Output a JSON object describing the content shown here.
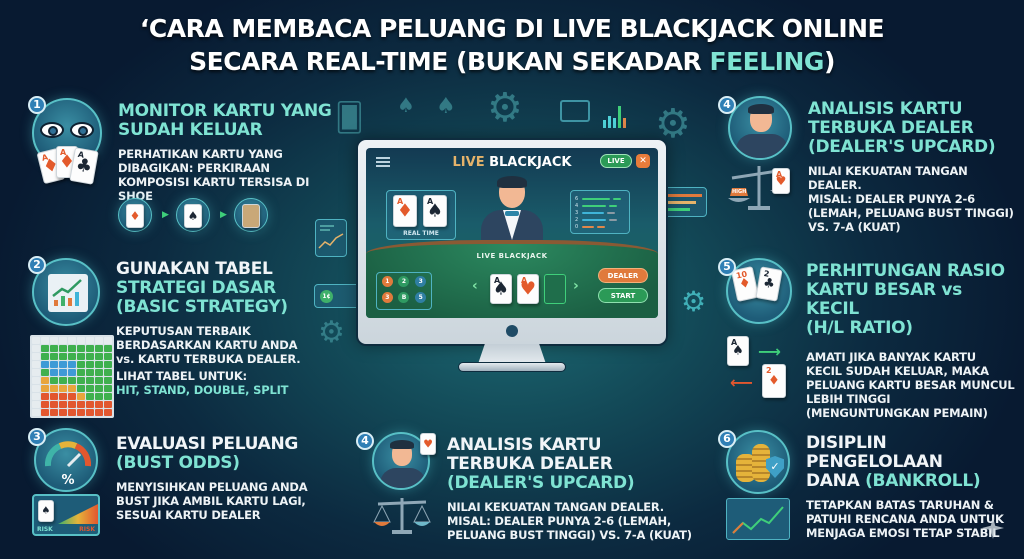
{
  "title": {
    "line1": "‘CARA MEMBACA PELUANG DI LIVE BLACKJACK ONLINE",
    "line2_prefix": "SECARA REAL-TIME (BUKAN SEKADAR ",
    "line2_accent": "FEELING",
    "line2_suffix": ")"
  },
  "colors": {
    "accent_teal": "#7fe3d3",
    "bg_dark": "#081a31",
    "bg_teal": "#1d6b74",
    "orange": "#e77c3b",
    "green": "#2b9a57"
  },
  "sections": [
    {
      "number": "1",
      "icon": "eyes-cards-icon",
      "title": "MONITOR KARTU YANG SUDAH KELUAR",
      "title_lines": [
        "MONITOR KARTU YANG",
        "SUDAH KELUAR"
      ],
      "body_lines": [
        "PERHATIKAN KARTU YANG",
        "DIBAGIKAN: PERKIRAAN",
        "KOMPOSISI KARTU TERSISA DI SHOE"
      ]
    },
    {
      "number": "2",
      "icon": "chart-growth-icon",
      "title_lines": [
        "GUNAKAN TABEL",
        "STRATEGI DASAR",
        "(BASIC STRATEGY)"
      ],
      "body_lines": [
        "KEPUTUSAN TERBAIK",
        "BERDASARKAN KARTU ANDA",
        "vs. KARTU TERBUKA DEALER.",
        "LIHAT TABEL UNTUK:"
      ],
      "body_accent": "HIT, STAND, DOUBLE, SPLIT"
    },
    {
      "number": "3",
      "icon": "gauge-percent-icon",
      "title_line1": "EVALUASI PELUANG",
      "title_line2": "(BUST ODDS)",
      "body_lines": [
        "MENYISIHKAN PELUANG ANDA",
        "BUST JIKA AMBIL KARTU LAGI,",
        "SESUAI KARTU DEALER"
      ],
      "risk_labels": [
        "RISK",
        "RISK"
      ]
    },
    {
      "number": "4",
      "icon": "dealer-icon",
      "title_lines": [
        "ANALISIS KARTU",
        "TERBUKA DEALER",
        "(DEALER'S UPCARD)"
      ],
      "body_lines": [
        "NILAI KEKUATAN TANGAN",
        "DEALER.",
        "MISAL: DEALER PUNYA 2-6",
        "(LEMAH, PELUANG BUST TINGGI)",
        "VS. 7-A (KUAT)"
      ],
      "scale_label": "HIGH"
    },
    {
      "number": "5",
      "icon": "cards-ratio-icon",
      "title_lines": [
        "PERHITUNGAN RASIO",
        "KARTU BESAR vs KECIL",
        "(H/L RATIO)"
      ],
      "body_lines": [
        "AMATI JIKA BANYAK KARTU",
        "KECIL SUDAH KELUAR, MAKA",
        "PELUANG KARTU BESAR MUNCUL",
        "LEBIH TINGGI",
        "(MENGUNTUNGKAN PEMAIN)"
      ]
    },
    {
      "number": "6",
      "icon": "coins-shield-icon",
      "title_line1": "DISIPLIN PENGELOLAAN",
      "title_line2_prefix": "DANA ",
      "title_line2_accent": "(BANKROLL)",
      "body_lines": [
        "TETAPKAN BATAS TARUHAN &",
        "PATUHI RENCANA ANDA UNTUK",
        "MENJAGA EMOSI TETAP STABIL"
      ]
    },
    {
      "number": "4",
      "icon": "dealer-icon",
      "title_lines": [
        "ANALISIS KARTU",
        "TERBUKA DEALER",
        "(DEALER'S UPCARD)"
      ],
      "body_lines": [
        "NILAI KEKUATAN TANGAN DEALER.",
        "MISAL: DEALER PUNYA 2-6 (LEMAH,",
        "PELUANG BUST TINGGI) VS. 7-A (KUAT)"
      ]
    }
  ],
  "monitor": {
    "title_prefix": "LIVE",
    "title_suffix": " BLACKJACK",
    "live_badge": "LIVE",
    "close": "✕",
    "realtime_label": "REAL TIME",
    "realtime_cards": [
      {
        "rank": "A",
        "suit": "♦"
      },
      {
        "rank": "A",
        "suit": "♠"
      }
    ],
    "stats": [
      {
        "n": "6",
        "color": "#3fcf7a",
        "w": 28
      },
      {
        "n": "4",
        "color": "#3fcf7a",
        "w": 24
      },
      {
        "n": "3",
        "color": "#3fb4d8",
        "w": 22
      },
      {
        "n": "2",
        "color": "#3fb4d8",
        "w": 24
      },
      {
        "n": "0",
        "color": "#e0874a",
        "w": 12
      }
    ],
    "felt_text": "LIVE BLACKJACK",
    "chips": [
      {
        "label": "1",
        "color": "#e07a3c"
      },
      {
        "label": "2",
        "color": "#2f9a62"
      },
      {
        "label": "3",
        "color": "#2f7fa3"
      },
      {
        "label": "3",
        "color": "#e07a3c"
      },
      {
        "label": "B",
        "color": "#2f9a62"
      },
      {
        "label": "5",
        "color": "#2f7fa3"
      }
    ],
    "table_cards": [
      {
        "rank": "A",
        "suit": "♠"
      },
      {
        "rank": "A",
        "suit": "♥"
      }
    ],
    "dealer_button": "DEALER",
    "start_button": "START"
  },
  "side_panel_chip": "1¢"
}
